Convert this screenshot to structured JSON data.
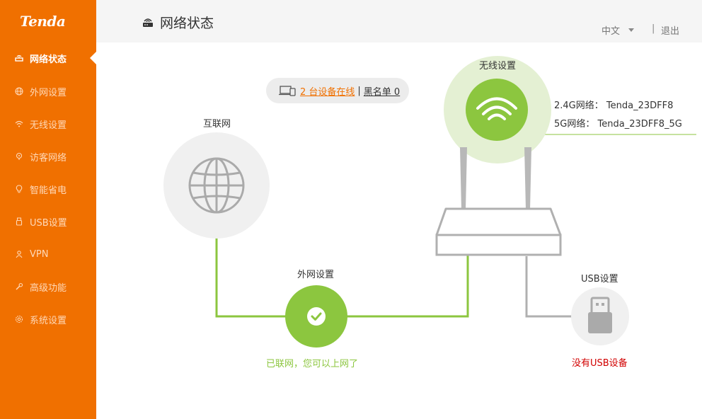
{
  "brand": {
    "logo_text": "Tenda"
  },
  "sidebar": {
    "items": [
      {
        "label": "网络状态",
        "icon": "router-icon",
        "active": true
      },
      {
        "label": "外网设置",
        "icon": "globe-icon",
        "active": false
      },
      {
        "label": "无线设置",
        "icon": "wifi-icon",
        "active": false
      },
      {
        "label": "访客网络",
        "icon": "guest-icon",
        "active": false
      },
      {
        "label": "智能省电",
        "icon": "bulb-icon",
        "active": false
      },
      {
        "label": "USB设置",
        "icon": "usb-icon",
        "active": false
      },
      {
        "label": "VPN",
        "icon": "vpn-icon",
        "active": false
      },
      {
        "label": "高级功能",
        "icon": "wrench-icon",
        "active": false
      },
      {
        "label": "系统设置",
        "icon": "gear-icon",
        "active": false
      }
    ]
  },
  "header": {
    "title": "网络状态",
    "language": "中文",
    "separator": "|",
    "logout": "退出"
  },
  "devices": {
    "online_text": "2 台设备在线",
    "separator": "|",
    "blacklist_text": "黑名单 0"
  },
  "diagram": {
    "internet_label": "互联网",
    "wan_label": "外网设置",
    "wan_status": "已联网，您可以上网了",
    "wireless_label": "无线设置",
    "wifi_24_label": "2.4G网络：",
    "wifi_24_ssid": "Tenda_23DFF8",
    "wifi_5_label": "5G网络：",
    "wifi_5_ssid": "Tenda_23DFF8_5G",
    "usb_label": "USB设置",
    "usb_status": "没有USB设备"
  },
  "colors": {
    "brand_orange": "#f07000",
    "green": "#8cc63f",
    "light_green": "#e4f0d3",
    "gray_line": "#b0b0b0",
    "error_red": "#d10000"
  }
}
